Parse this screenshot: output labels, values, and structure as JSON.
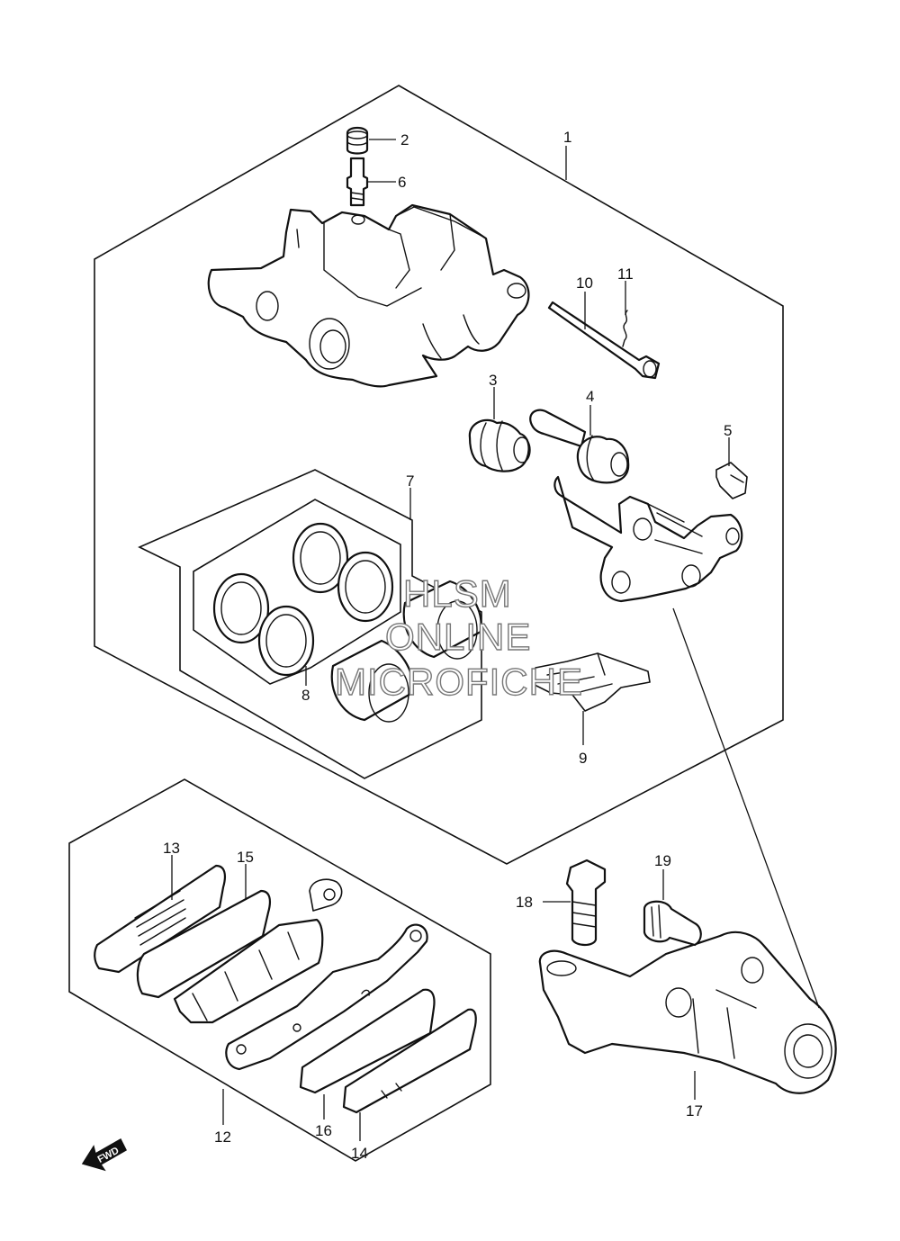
{
  "callouts": {
    "p1": "1",
    "p2": "2",
    "p3": "3",
    "p4": "4",
    "p5": "5",
    "p6": "6",
    "p7": "7",
    "p8": "8",
    "p9": "9",
    "p10": "10",
    "p11": "11",
    "p12": "12",
    "p13": "13",
    "p14": "14",
    "p15": "15",
    "p16": "16",
    "p17": "17",
    "p18": "18",
    "p19": "19"
  },
  "watermark": {
    "line1": "HLSM",
    "line2": "ONLINE",
    "line3": "MICROFICHE"
  },
  "fwd_label": "FWD",
  "colors": {
    "line": "#111111",
    "background": "#ffffff",
    "watermark_outline": "#777777"
  }
}
